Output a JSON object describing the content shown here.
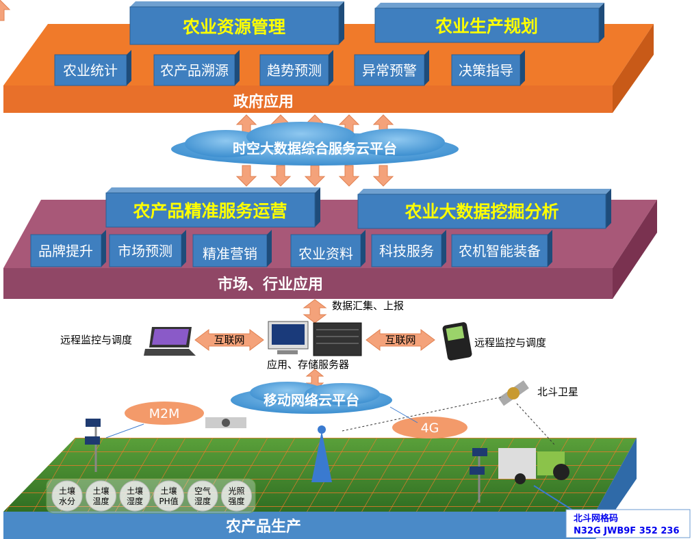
{
  "government": {
    "platform_label": "政府应用",
    "main": [
      "农业资源管理",
      "农业生产规划"
    ],
    "items": [
      "农业统计",
      "农产品溯源",
      "趋势预测",
      "异常预警",
      "决策指导"
    ]
  },
  "cloud_top": "时空大数据综合服务云平台",
  "market": {
    "platform_label": "市场、行业应用",
    "main": [
      "农产品精准服务运营",
      "农业大数据挖掘分析"
    ],
    "items": [
      "品牌提升",
      "市场预测",
      "精准营销",
      "农业资料",
      "科技服务",
      "农机智能装备"
    ]
  },
  "middle": {
    "data_collect": "数据汇集、上报",
    "server_label": "应用、存储服务器",
    "internet_left": "互联网",
    "internet_right": "互联网",
    "remote_left": "远程监控与调度",
    "remote_right": "远程监控与调度"
  },
  "cloud_mobile": "移动网络云平台",
  "m2m": "M2M",
  "g4": "4G",
  "beidou_sat": "北斗卫星",
  "production": {
    "platform_label": "农产品生产",
    "sensors": [
      [
        "土壤",
        "水分"
      ],
      [
        "土壤",
        "温度"
      ],
      [
        "土壤",
        "湿度"
      ],
      [
        "土壤",
        "PH值"
      ],
      [
        "空气",
        "湿度"
      ],
      [
        "光照",
        "强度"
      ]
    ]
  },
  "grid_code": {
    "title": "北斗网格码",
    "code": "N32G JWB9F 352 236"
  },
  "colors": {
    "orange": "#f07a2a",
    "purple": "#904766",
    "blue_box": "#3f7fbf",
    "field": "#3d8a2a",
    "grid_text": "#0000ee"
  }
}
